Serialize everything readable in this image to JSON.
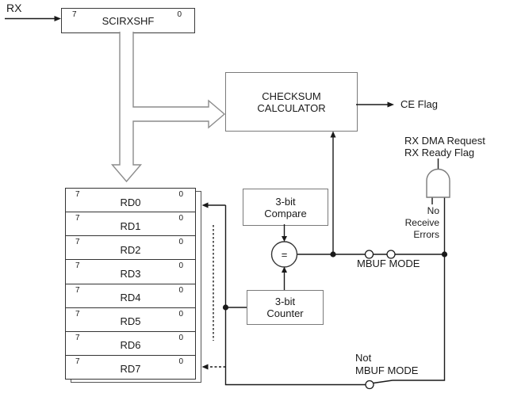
{
  "rx_label": "RX",
  "scirxshf": {
    "bit_high": "7",
    "name": "SCIRXSHF",
    "bit_low": "0"
  },
  "checksum_calculator": {
    "line1": "CHECKSUM",
    "line2": "CALCULATOR"
  },
  "ce_flag_label": "CE Flag",
  "and_gate": {
    "output_line1": "RX DMA Request",
    "output_line2": "RX Ready Flag",
    "input_line1": "No",
    "input_line2": "Receive",
    "input_line3": "Errors"
  },
  "compare_box": {
    "line1": "3-bit",
    "line2": "Compare"
  },
  "counter_box": {
    "line1": "3-bit",
    "line2": "Counter"
  },
  "comparator_symbol": "=",
  "mbuf_mode_label": "MBUF MODE",
  "not_mbuf_mode": {
    "line1": "Not",
    "line2": "MBUF MODE"
  },
  "register_stack": {
    "bit_high": "7",
    "bit_low": "0",
    "names": [
      "RD0",
      "RD1",
      "RD2",
      "RD3",
      "RD4",
      "RD5",
      "RD6",
      "RD7"
    ]
  },
  "colors": {
    "background": "#ffffff",
    "line": "#1a1a1a",
    "box_border": "#7a7a7a",
    "dark_border": "#3a3a3a",
    "hollow_arrow": "#8c8c8c"
  }
}
